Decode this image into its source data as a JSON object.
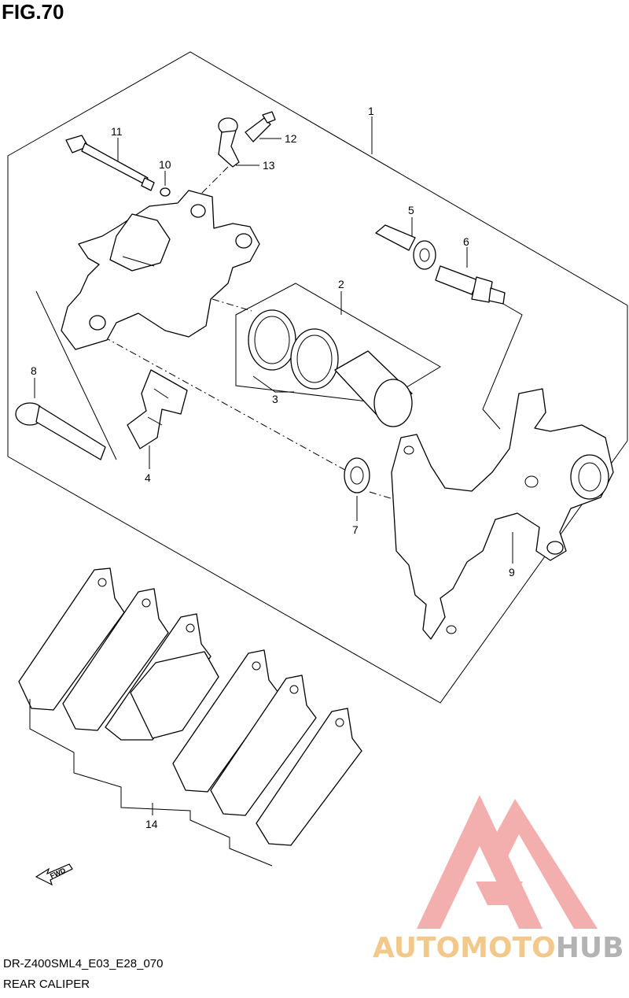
{
  "figure": {
    "title": "FIG.70"
  },
  "parts": {
    "p1": "1",
    "p2": "2",
    "p3": "3",
    "p4": "4",
    "p5": "5",
    "p6": "6",
    "p7": "7",
    "p8": "8",
    "p9": "9",
    "p10": "10",
    "p11": "11",
    "p12": "12",
    "p13": "13",
    "p14": "14"
  },
  "arrow": {
    "label": "FWD"
  },
  "footer": {
    "model_code": "DR-Z400SML4_E03_E28_070",
    "section_name": "REAR CALIPER"
  },
  "watermark": {
    "text_part1": "AUTOMOTO",
    "text_part2": "HUB",
    "color_primary": "#f2a0a0",
    "color_accent": "#f2c98a",
    "color_secondary": "#b3b3b3"
  }
}
